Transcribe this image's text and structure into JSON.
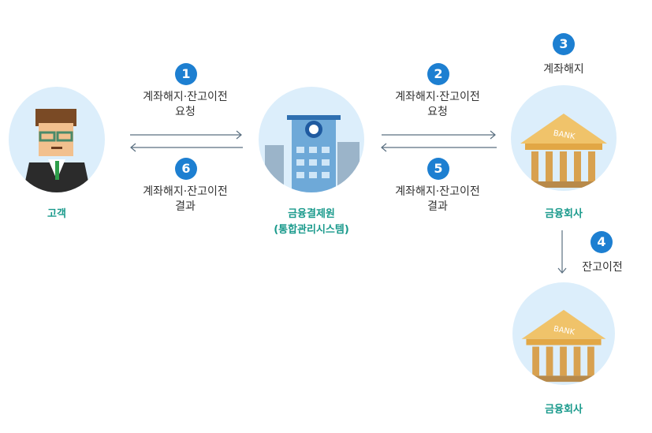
{
  "steps": [
    {
      "num": "1",
      "line1": "계좌해지·잔고이전",
      "line2": "요청"
    },
    {
      "num": "2",
      "line1": "계좌해지·잔고이전",
      "line2": "요청"
    },
    {
      "num": "3",
      "line1": "계좌해지",
      "line2": ""
    },
    {
      "num": "4",
      "line1": "잔고이전",
      "line2": ""
    },
    {
      "num": "5",
      "line1": "계좌해지·잔고이전",
      "line2": "결과"
    },
    {
      "num": "6",
      "line1": "계좌해지·잔고이전",
      "line2": "결과"
    }
  ],
  "nodes": {
    "customer": {
      "label": "고객"
    },
    "kftc": {
      "label": "금융결제원",
      "sublabel": "(통합관리시스템)"
    },
    "company1": {
      "label": "금융회사",
      "sign": "BANK"
    },
    "company2": {
      "label": "금융회사",
      "sign": "BANK"
    }
  },
  "colors": {
    "badge": "#1d7fd1",
    "node_label": "#1a9a8c",
    "circle_bg": "#dceefb",
    "arrow": "#5a6f80"
  },
  "icons": [
    "customer-icon",
    "building-icon",
    "bank-icon"
  ]
}
